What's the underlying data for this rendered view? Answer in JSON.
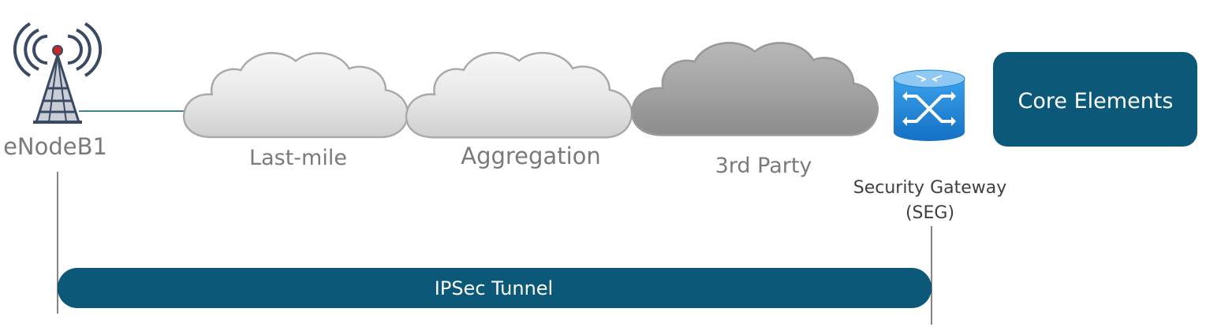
{
  "colors": {
    "accent": "#0b5878",
    "label_gray": "#7a7a7a",
    "label_dark": "#3f3f3f",
    "tower": "#3b4a63",
    "tower_light": "#c9cdd6",
    "tower_dot": "#c62828",
    "router_blue": "#1e88d8"
  },
  "icons": {
    "tower": "cell-tower-icon",
    "router": "router-icon"
  },
  "nodes": {
    "enodeb": {
      "label": "eNodeB1"
    },
    "last_mile": {
      "label": "Last-mile"
    },
    "aggregation": {
      "label": "Aggregation"
    },
    "third_party": {
      "label": "3rd Party"
    },
    "seg": {
      "label_line1": "Security Gateway",
      "label_line2": "(SEG)"
    },
    "core": {
      "label": "Core Elements"
    }
  },
  "tunnel": {
    "label": "IPSec Tunnel"
  }
}
